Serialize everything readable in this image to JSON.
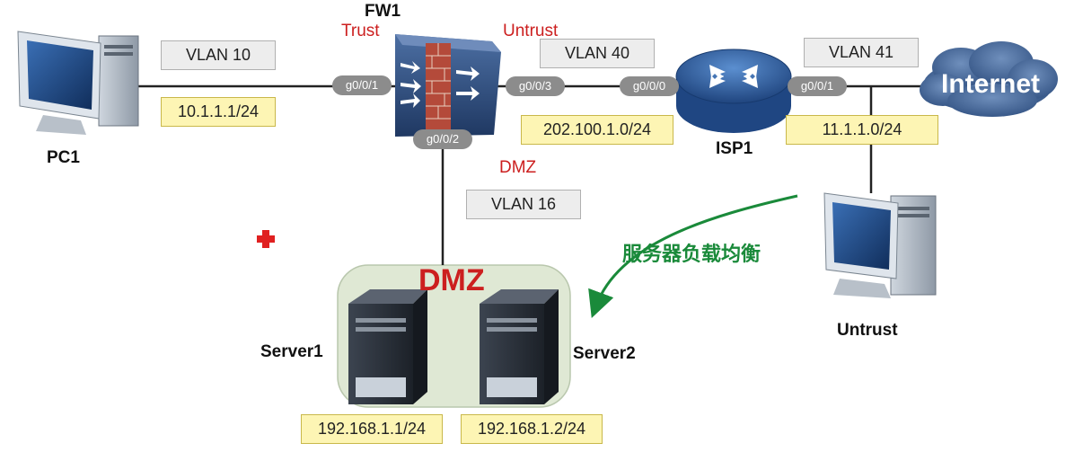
{
  "devices": {
    "fw": "FW1",
    "pc": "PC1",
    "isp": "ISP1",
    "untrust_host": "Untrust",
    "server1": "Server1",
    "server2": "Server2",
    "internet": "Internet"
  },
  "zones": {
    "trust": "Trust",
    "untrust": "Untrust",
    "dmz_small": "DMZ",
    "dmz_big": "DMZ"
  },
  "vlans": {
    "v10": "VLAN 10",
    "v40": "VLAN 40",
    "v41": "VLAN 41",
    "v16": "VLAN 16"
  },
  "subnets": {
    "pc_net": "10.1.1.1/24",
    "fw_isp_net": "202.100.1.0/24",
    "isp_untrust_net": "11.1.1.0/24",
    "server1_ip": "192.168.1.1/24",
    "server2_ip": "192.168.1.2/24"
  },
  "ports": {
    "fw_g001": "g0/0/1",
    "fw_g003": "g0/0/3",
    "fw_g002": "g0/0/2",
    "isp_g000": "g0/0/0",
    "isp_g001": "g0/0/1"
  },
  "annotation": "服务器负载均衡",
  "colors": {
    "zone_red": "#cc1f1f",
    "annotation_green": "#1a8a3a",
    "fw_blue": "#2b4a7a",
    "router_blue": "#2a5590",
    "dmz_zone_fill": "#dfe8d4"
  }
}
